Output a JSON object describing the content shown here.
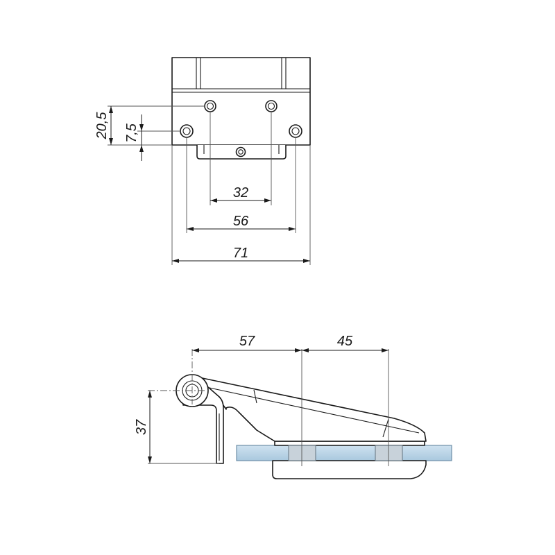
{
  "dimensions": {
    "top_view": {
      "hole_row_offset": "20,5",
      "lower_hole_offset": "7,5",
      "inner_hole_spacing": "32",
      "outer_hole_spacing": "56",
      "overall_width": "71"
    },
    "side_view": {
      "pivot_to_first_insert": "57",
      "insert_spacing": "45",
      "pivot_height": "37"
    }
  },
  "colors": {
    "line": "#1a1a1a",
    "glass_fill": "#b9d3e6",
    "glass_edge": "#6f8fa8",
    "insert_fill": "#c8d2da"
  }
}
